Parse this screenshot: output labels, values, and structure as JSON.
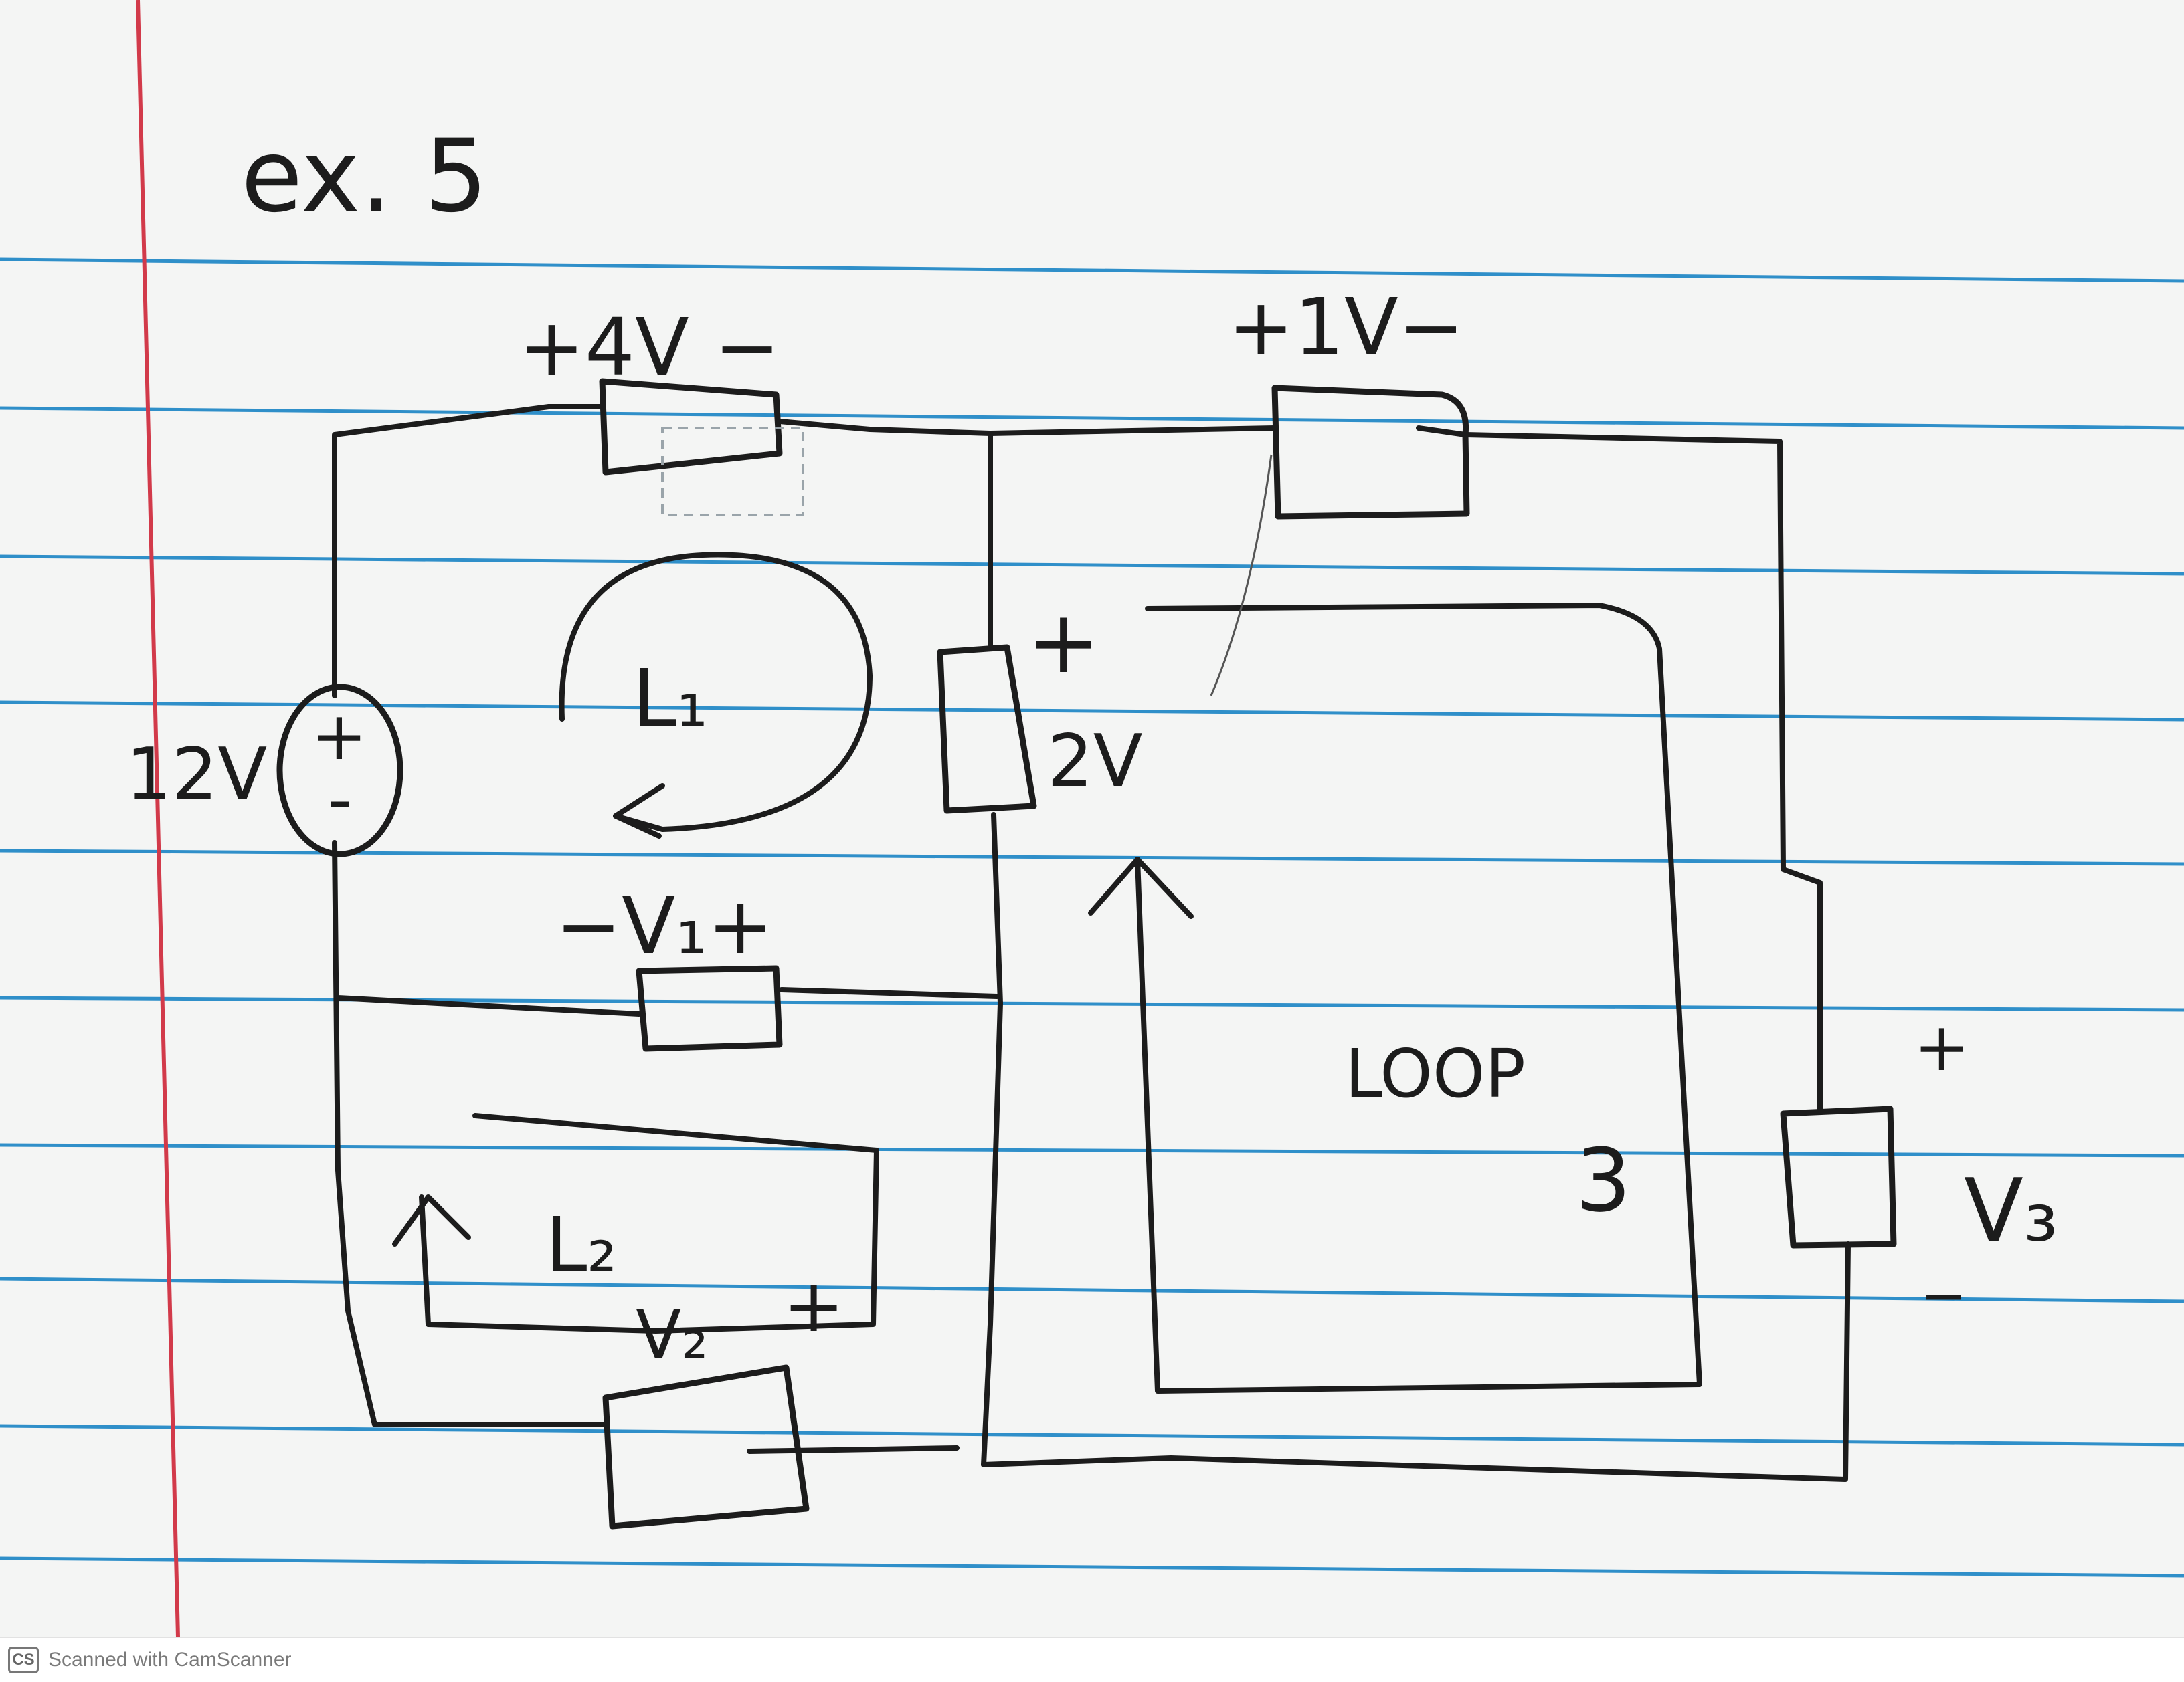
{
  "colors": {
    "paper": "#f4f5f4",
    "rule": "#2f8fc9",
    "margin": "#d23a4a",
    "ink": "#1c1c1c"
  },
  "note": {
    "title": "ex. 5"
  },
  "labels": {
    "source_12v": "12V",
    "source_plus": "+",
    "source_minus": "-",
    "r_top_left": "+4V −",
    "r_top_right": "+1V−",
    "r_middle_plus": "+",
    "r_middle_value": "2V",
    "v1": "−V₁+",
    "v2": "V₂",
    "v2_plus": "+",
    "v3": "V₃",
    "v3_plus": "+",
    "v3_minus": "_",
    "loop1": "L₁",
    "loop2": "L₂",
    "loop3_word": "LOOP",
    "loop3_num": "3"
  },
  "footer": {
    "logo": "CS",
    "text": "Scanned with CamScanner"
  }
}
